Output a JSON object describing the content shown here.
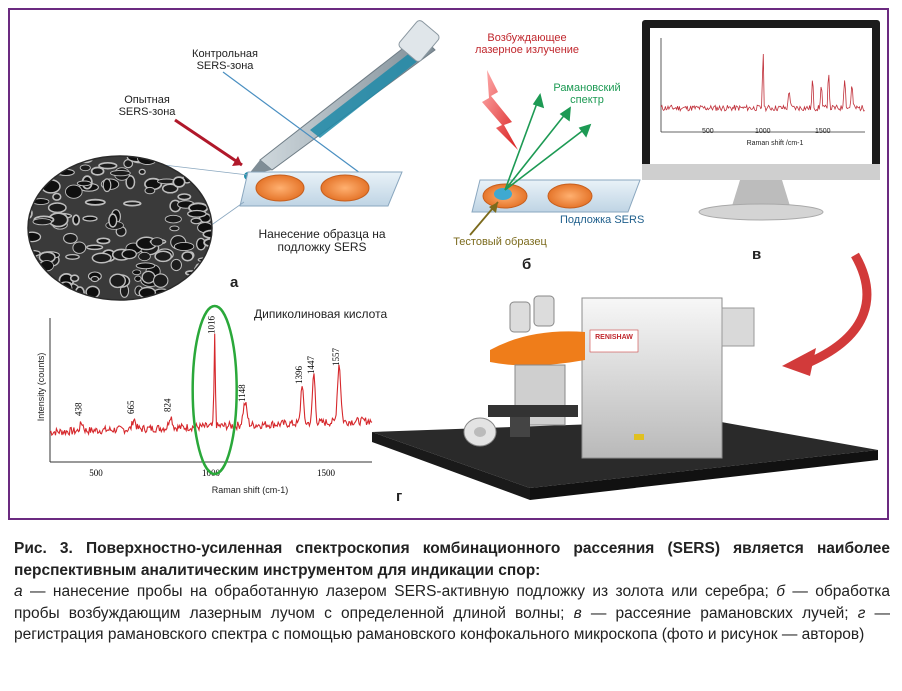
{
  "panel_a": {
    "letter": "а",
    "control_zone": "Контрольная\nSERS-зона",
    "test_zone": "Опытная\nSERS-зона",
    "apply_label": "Нанесение образца на\nподложку SERS"
  },
  "panel_b": {
    "letter": "б",
    "laser_label": "Возбуждающее\nлазерное излучение",
    "raman_label": "Рамановский\nспектр",
    "substrate_label": "Подложка SERS",
    "sample_label": "Тестовый образец"
  },
  "panel_v": {
    "letter": "в",
    "xticks": [
      "500",
      "1000",
      "1500"
    ],
    "xlabel": "Raman shift /cm-1"
  },
  "panel_g": {
    "letter": "г",
    "compound": "Дипиколиновая кислота",
    "ylabel": "Intensity (counts)",
    "xlabel": "Raman shift (cm-1)",
    "brand": "RENISHAW"
  },
  "chart_data": {
    "type": "line",
    "ylabel": "Intensity (counts)",
    "xlabel": "Raman shift (cm-1)",
    "xlim": [
      300,
      1700
    ],
    "xticks": [
      500,
      1000,
      1500
    ],
    "peaks": [
      {
        "x": 438,
        "label": "438"
      },
      {
        "x": 665,
        "label": "665"
      },
      {
        "x": 824,
        "label": "824"
      },
      {
        "x": 1016,
        "label": "1016"
      },
      {
        "x": 1148,
        "label": "1148"
      },
      {
        "x": 1396,
        "label": "1396"
      },
      {
        "x": 1447,
        "label": "1447"
      },
      {
        "x": 1557,
        "label": "1557"
      }
    ],
    "series_color": "#d6282c"
  },
  "caption": {
    "title": "Рис. 3. Поверхностно-усиленная спектроскопия комбинационного рассеяния (SERS) является наиболее перспективным аналитическим инструментом для индикации спор:",
    "a_letter": "а",
    "a_text": " — нанесение пробы на обработанную лазером SERS-активную подложку из золота или серебра; ",
    "b_letter": "б",
    "b_text": " — обработка пробы возбуждающим лазерным лучом с определенной длиной волны; ",
    "v_letter": "в",
    "v_text": " — рассеяние рамановских лучей; ",
    "g_letter": "г",
    "g_text": " — регистрация рамановского спектра с помощью рамановского конфокального микроскопа (фото и рисунок — авторов)"
  },
  "colors": {
    "frame": "#6b2a80",
    "orange": "#f08a3c",
    "laser_red": "#d62b2b",
    "raman_green": "#1d9a54",
    "highlight_green": "#2aa83a"
  }
}
